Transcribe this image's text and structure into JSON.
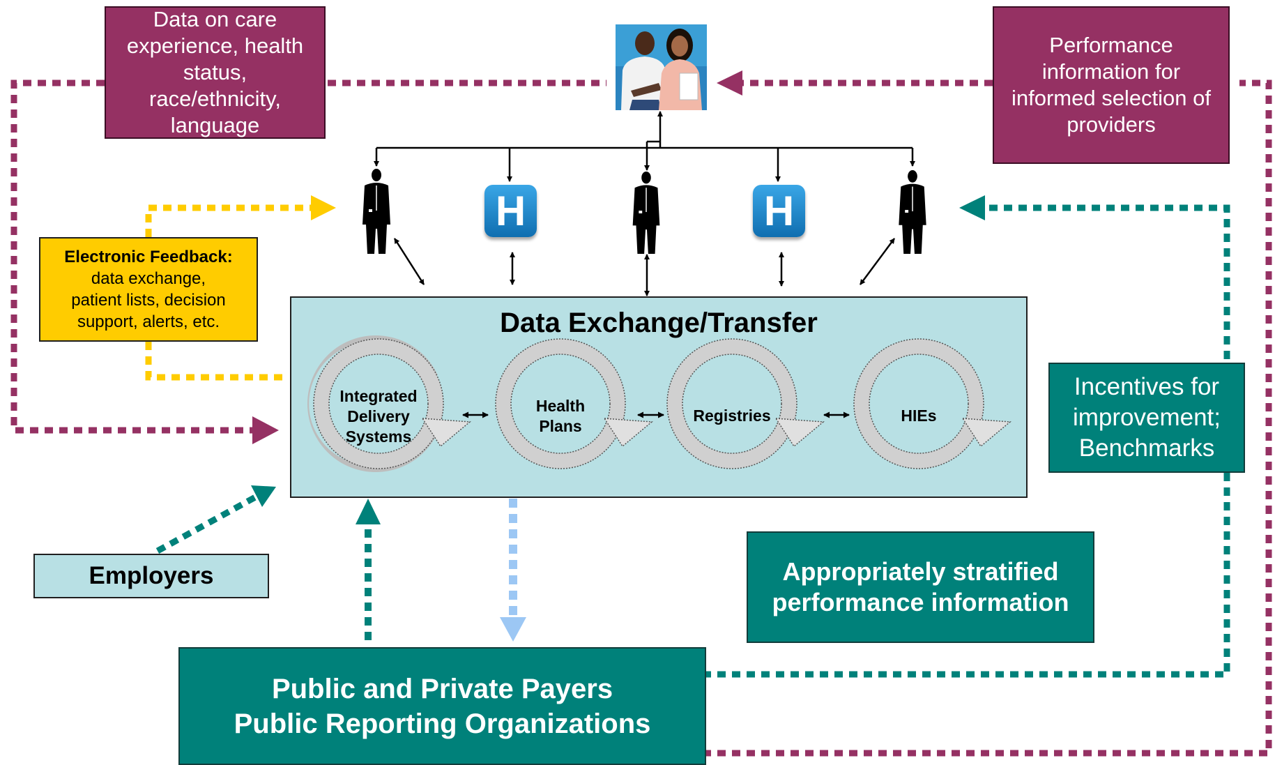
{
  "colors": {
    "maroon": "#953163",
    "teal": "#00817a",
    "light_blue_panel": "#b8e0e4",
    "yellow": "#ffcc00",
    "light_blue_arrow": "#9cc7f4",
    "hospital_blue": "#1a84c9"
  },
  "boxes": {
    "care_data": [
      "Data on care",
      "experience, health",
      "status,",
      "race/ethnicity,",
      "language"
    ],
    "performance_info": [
      "Performance",
      "information for",
      "informed selection of",
      "providers"
    ],
    "electronic_feedback": {
      "title": "Electronic Feedback:",
      "lines": [
        "data exchange,",
        "patient lists, decision",
        "support, alerts, etc."
      ]
    },
    "employers": "Employers",
    "incentives": [
      "Incentives for",
      "improvement;",
      "Benchmarks"
    ],
    "stratified": [
      "Appropriately stratified",
      "performance information"
    ],
    "payers": [
      "Public and Private Payers",
      "Public Reporting Organizations"
    ]
  },
  "data_exchange": {
    "title": "Data Exchange/Transfer",
    "cycles": [
      {
        "label": [
          "Integrated",
          "Delivery",
          "Systems"
        ]
      },
      {
        "label": [
          "Health",
          "Plans"
        ]
      },
      {
        "label": [
          "Registries"
        ]
      },
      {
        "label": [
          "HIEs"
        ]
      }
    ]
  },
  "icons": {
    "consumers": "patients-couple-icon",
    "providers": [
      "doctor-icon",
      "hospital-icon",
      "doctor-icon",
      "hospital-icon",
      "doctor-icon"
    ],
    "hospital_letter": "H"
  }
}
